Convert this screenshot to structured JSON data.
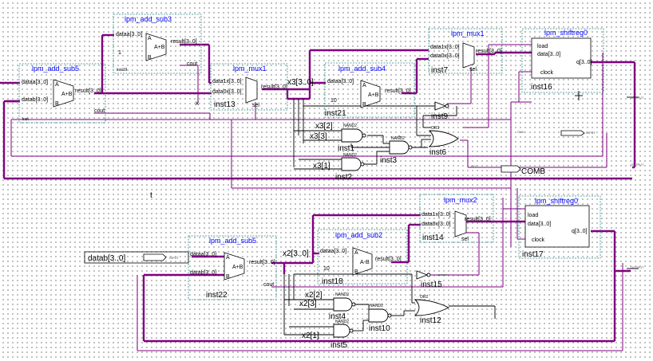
{
  "blocks": {
    "sub5_top": {
      "title": "lpm_add_sub5",
      "inst": "inst",
      "ports": [
        "dataa[3..0]",
        "datab[3..0]",
        "result[3..0]",
        "cout",
        "A",
        "A+B",
        "B"
      ]
    },
    "sub3": {
      "title": "lpm_add_sub3",
      "inst": "inst19",
      "ports": [
        "dataa[3..0]",
        "1",
        "result[3..0]",
        "cout",
        "A",
        "A+B",
        "B"
      ]
    },
    "mux1": {
      "title": "lpm_mux1",
      "inst": "inst13",
      "ports": [
        "data1x[3..0]",
        "data0x[3..0]",
        "result[3..0]",
        "sel"
      ]
    },
    "sub4": {
      "title": "lpm_add_sub4",
      "inst": "inst21",
      "ports": [
        "dataa[3..0]",
        "10",
        "result[3..0]",
        "A",
        "A+B",
        "B"
      ]
    },
    "mux1b": {
      "title": "lpm_mux1",
      "inst": "inst7",
      "ports": [
        "data1x[3..0]",
        "data0x[3..0]",
        "result[3..0]",
        "sel"
      ]
    },
    "shift_top": {
      "title": "lpm_shiftreg0",
      "inst": "inst16",
      "ports": [
        "load",
        "data[3..0]",
        "clock",
        "q[3..0]"
      ]
    },
    "mux2": {
      "title": "lpm_mux2",
      "inst": "inst14",
      "ports": [
        "data1x[3..0]",
        "data0x[3..0]",
        "result[3..0]",
        "sel"
      ]
    },
    "sub2": {
      "title": "lpm_add_sub2",
      "inst": "inst18",
      "ports": [
        "dataa[3..0]",
        "10",
        "result[3..0]",
        "A",
        "A-B",
        "B"
      ]
    },
    "sub5_bot": {
      "title": "lpm_add_sub5",
      "inst": "inst22",
      "ports": [
        "dataa[3..0]",
        "datab[3..0]",
        "result[3..0]",
        "cout",
        "A",
        "A+B",
        "B"
      ]
    },
    "shift_bot": {
      "title": "lpm_shiftreg0",
      "inst": "inst17",
      "ports": [
        "load",
        "data[3..0]",
        "clock",
        "q[3..0]"
      ]
    }
  },
  "gates_top": {
    "and1": "inst1",
    "and2": "inst2",
    "and3": "inst3",
    "or": "inst6",
    "not": "inst9",
    "nand_label": "NAND2",
    "or_label": "OR3"
  },
  "gates_bot": {
    "and1": "inst4",
    "and2": "inst5",
    "and3": "inst10",
    "or": "inst12",
    "not": "inst15",
    "nand_label": "NAND2",
    "or_label": "OR2"
  },
  "nets": {
    "x3_bus": "x3[3..0]",
    "x3_2": "x3[2]",
    "x3_3": "x3[3]",
    "x3_1": "x3[1]",
    "x2_bus": "x2[3..0]",
    "x2_2": "x2[2]",
    "x2_3": "x2[3]",
    "x2_1": "x2[1]",
    "comb": "COMB",
    "datab": "datab[3..0]",
    "t": "t"
  },
  "io": {
    "in_top": "INPUT",
    "in_bot": "INPUT",
    "out1": "OUTPUT",
    "out2": "OUTPUT",
    "out3": "OUTPUT",
    "tiny1": "VCC",
    "tiny2": "GND"
  }
}
